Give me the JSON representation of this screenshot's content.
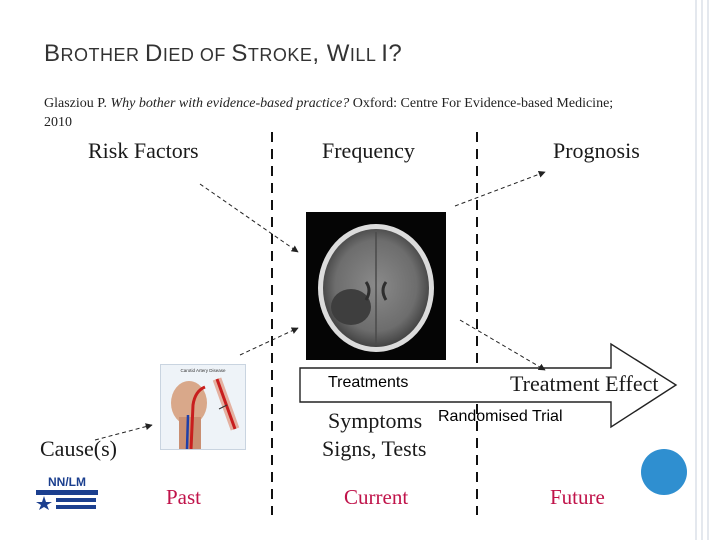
{
  "slide": {
    "title_parts": [
      {
        "text": "B",
        "size": "large"
      },
      {
        "text": "ROTHER ",
        "size": "small"
      },
      {
        "text": "D",
        "size": "large"
      },
      {
        "text": "IED OF ",
        "size": "small"
      },
      {
        "text": "S",
        "size": "large"
      },
      {
        "text": "TROKE",
        "size": "small"
      },
      {
        "text": ", W",
        "size": "large"
      },
      {
        "text": "ILL ",
        "size": "small"
      },
      {
        "text": "I?",
        "size": "large"
      }
    ],
    "citation": {
      "author": "Glasziou P. ",
      "work": "Why bother with evidence-based practice?",
      "rest": " Oxford: Centre For Evidence-based Medicine; 2010"
    }
  },
  "diagram": {
    "risk_factors": "Risk Factors",
    "frequency": "Frequency",
    "prognosis": "Prognosis",
    "treatments": "Treatments",
    "treatment_effect": "Treatment Effect",
    "randomised_trial": "Randomised Trial",
    "symptoms": "Symptoms",
    "signs_tests": "Signs, Tests",
    "causes": "Cause(s)",
    "past": "Past",
    "current": "Current",
    "future": "Future",
    "artery_caption": "Carotid Artery Disease",
    "logo_text": "NN/LM"
  },
  "colors": {
    "timeline": "#c0134a",
    "accent_circle": "#2f8fd0",
    "logo": "#1b3f8f"
  }
}
